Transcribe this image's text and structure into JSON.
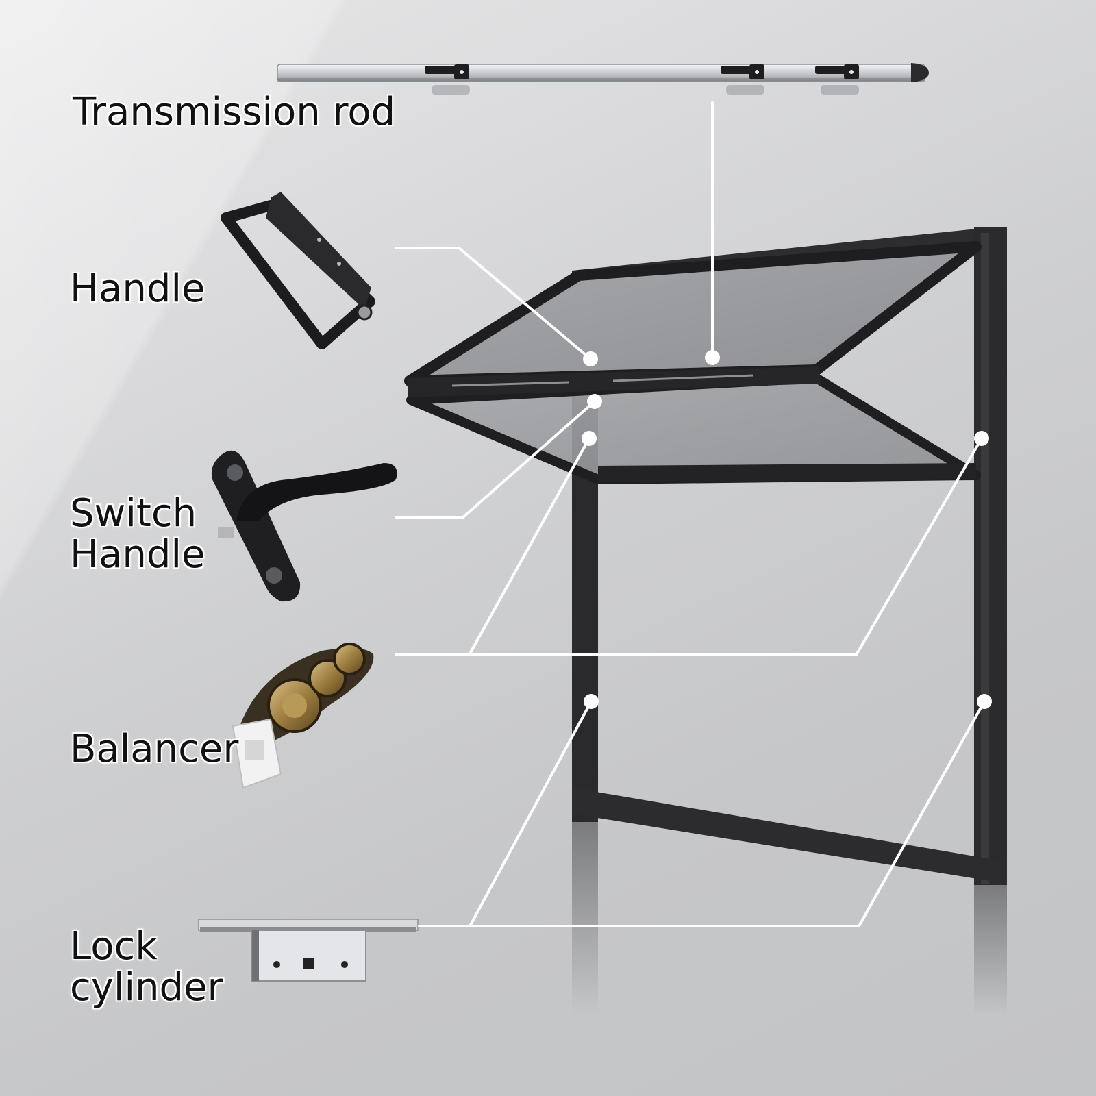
{
  "labels": {
    "transmission_rod": "Transmission rod",
    "handle": "Handle",
    "switch_handle": {
      "line1": "Switch",
      "line2": "Handle"
    },
    "balancer": "Balancer",
    "lock_cylinder": {
      "line1": "Lock",
      "line2": "cylinder"
    }
  },
  "colors": {
    "frame": "#2b2b2d",
    "glass": "#9a9b9e",
    "callout_line": "#ffffff",
    "label_text": "#111111",
    "rod_metal": "#dcdde0"
  },
  "icons": [
    "transmission-rod-icon",
    "handle-icon",
    "switch-handle-icon",
    "balancer-icon",
    "lock-cylinder-icon",
    "window-frame-icon"
  ]
}
